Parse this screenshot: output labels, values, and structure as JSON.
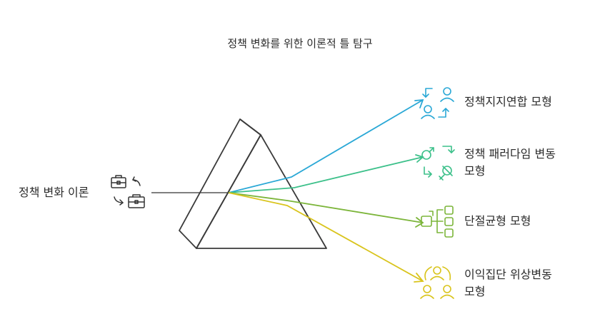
{
  "title": "정책 변화를 위한 이론적 틀 탐구",
  "input_label": "정책 변화 이론",
  "outputs": [
    {
      "id": "acf",
      "line1": "정책지지연합 모형",
      "line2": "",
      "color": "#2aa8d6",
      "icon": "people-swap-icon"
    },
    {
      "id": "paradigm",
      "line1": "정책 패러다임 변동",
      "line2": "모형",
      "color": "#3cc08a",
      "icon": "gender-swap-icon"
    },
    {
      "id": "punctuated",
      "line1": "단절균형 모형",
      "line2": "",
      "color": "#7cb53a",
      "icon": "branching-blocks-icon"
    },
    {
      "id": "interest",
      "line1": "이익집단 위상변동",
      "line2": "모형",
      "color": "#d9c41c",
      "icon": "group-cycle-icon"
    }
  ],
  "colors": {
    "prism": "#3a3a3a",
    "input_line": "#555555"
  }
}
